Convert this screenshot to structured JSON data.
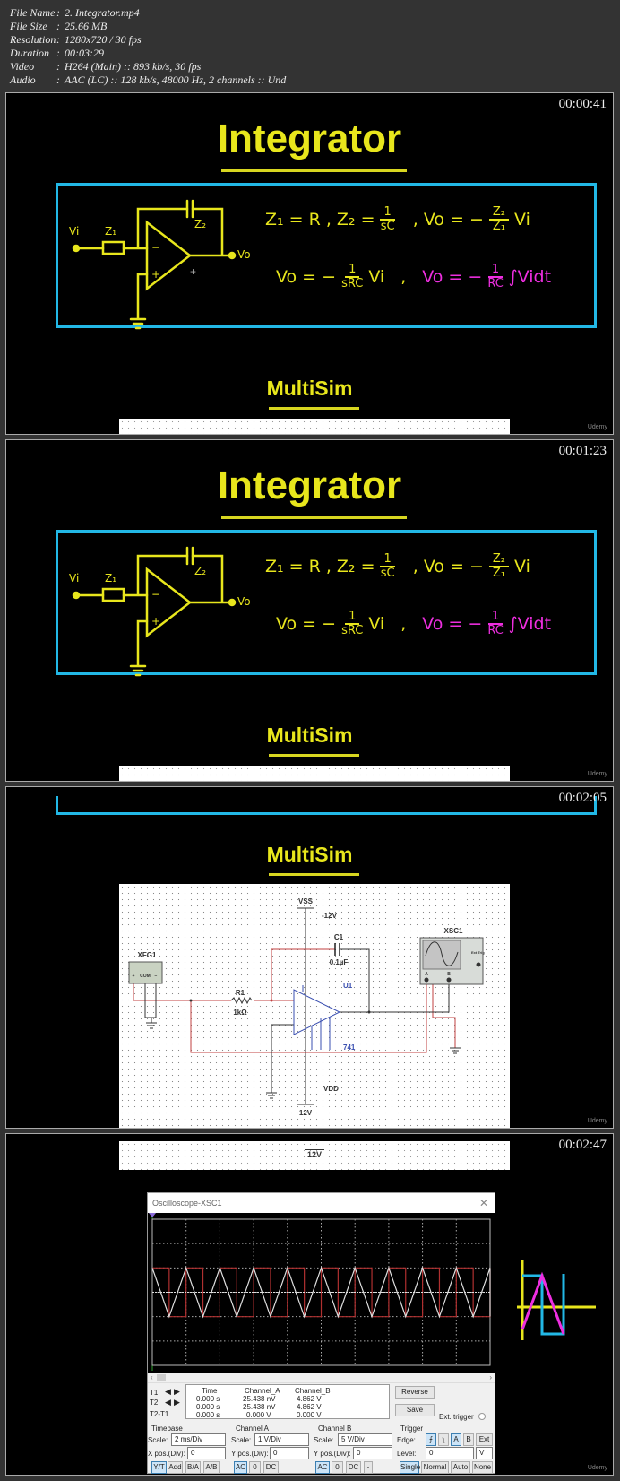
{
  "file_info": [
    {
      "label": "File Name",
      "value": "2. Integrator.mp4"
    },
    {
      "label": "File Size",
      "value": "25.66 MB"
    },
    {
      "label": "Resolution",
      "value": "1280x720 / 30 fps"
    },
    {
      "label": "Duration",
      "value": "00:03:29"
    },
    {
      "label": "Video",
      "value": "H264 (Main) :: 893 kb/s, 30 fps"
    },
    {
      "label": "Audio",
      "value": "AAC (LC) :: 128 kb/s, 48000 Hz, 2 channels :: Und"
    }
  ],
  "separator": ":",
  "frames": [
    {
      "timestamp": "00:00:41"
    },
    {
      "timestamp": "00:01:23"
    },
    {
      "timestamp": "00:02:05"
    },
    {
      "timestamp": "00:02:47"
    }
  ],
  "watermark": "Udemy",
  "slide": {
    "title": "Integrator",
    "subtitle": "MultiSim",
    "circuit": {
      "vi": "Vi",
      "z1": "Z₁",
      "z2": "Z₂",
      "vo": "Vo",
      "minus": "−",
      "plus": "+"
    },
    "eq1": {
      "a": "Z₁ = R",
      "sep": ",",
      "b_lhs": "Z₂ =",
      "b_num": "1",
      "b_den": "sC",
      "c_lhs": "Vo = −",
      "c_num": "Z₂",
      "c_den": "Z₁",
      "c_rhs": "Vi"
    },
    "eq2": {
      "a_lhs": "Vo = −",
      "a_num": "1",
      "a_den": "sRC",
      "a_rhs": "Vi",
      "sep": ",",
      "b_lhs": "Vo = −",
      "b_num": "1",
      "b_den": "RC",
      "b_rhs": "∫Vidt"
    },
    "colors": {
      "accent": "#e8e61c",
      "box": "#22b8e6",
      "highlight": "#ee2ee0"
    }
  },
  "schematic": {
    "vss": "VSS",
    "vss_value": "-12V",
    "vdd": "VDD",
    "vdd_value": "12V",
    "c1": "C1",
    "c1_value": "0.1µF",
    "r1": "R1",
    "r1_value": "1kΩ",
    "u1": "U1",
    "u1_model": "741",
    "xfg": "XFG1",
    "xsc": "XSC1",
    "xfg_terms": [
      "+",
      "COM",
      "−"
    ],
    "xsc_terms": [
      "A",
      "B",
      "Ext Trig"
    ]
  },
  "oscilloscope": {
    "title": "Oscilloscope-XSC1",
    "close": "✕",
    "traces": [
      {
        "channel": "A",
        "shape": "square",
        "amplitude_div": 1,
        "period_ms": 2,
        "color": "#b03030"
      },
      {
        "channel": "B",
        "shape": "triangle",
        "amplitude_div": 1,
        "period_ms": 2,
        "color": "#e0e0e0"
      }
    ],
    "screen_divisions": {
      "x": 10,
      "y": 6
    },
    "readout": {
      "headers": [
        "Time",
        "Channel_A",
        "Channel_B"
      ],
      "rows": [
        {
          "label": "T1",
          "time": "0.000 s",
          "a": "25.438 nV",
          "b": "4.862 V"
        },
        {
          "label": "T2",
          "time": "0.000 s",
          "a": "25.438 nV",
          "b": "4.862 V"
        },
        {
          "label": "T2-T1",
          "time": "0.000 s",
          "a": "0.000 V",
          "b": "0.000 V"
        }
      ]
    },
    "reverse": "Reverse",
    "save": "Save",
    "ext_trigger": "Ext. trigger",
    "timebase": {
      "label": "Timebase",
      "scale_label": "Scale:",
      "scale": "2 ms/Div",
      "pos_label": "X pos.(Div):",
      "pos": "0",
      "modes": [
        "Y/T",
        "Add",
        "B/A",
        "A/B"
      ]
    },
    "channel_a": {
      "label": "Channel A",
      "scale_label": "Scale:",
      "scale": "1  V/Div",
      "pos_label": "Y pos.(Div):",
      "pos": "0",
      "coupling": [
        "AC",
        "0",
        "DC"
      ]
    },
    "channel_b": {
      "label": "Channel B",
      "scale_label": "Scale:",
      "scale": "5  V/Div",
      "pos_label": "Y pos.(Div):",
      "pos": "0",
      "coupling": [
        "AC",
        "0",
        "DC",
        "-"
      ]
    },
    "trigger": {
      "label": "Trigger",
      "edge_label": "Edge:",
      "edges": [
        "A",
        "B",
        "Ext"
      ],
      "level_label": "Level:",
      "level": "0",
      "level_unit": "V",
      "modes": [
        "Single",
        "Normal",
        "Auto",
        "None"
      ]
    }
  }
}
